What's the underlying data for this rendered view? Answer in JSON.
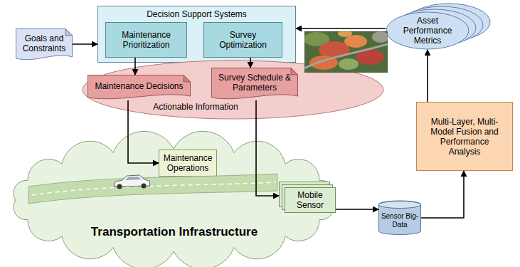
{
  "diagram": {
    "nodes": [
      {
        "text": [
          "Goals and Constraints"
        ]
      },
      {
        "text": [
          "Decision Support Systems"
        ]
      },
      {
        "text": [
          "Maintenance Prioritization"
        ],
        "in": 1
      },
      {
        "text": [
          "Survey Optimization"
        ],
        "in": 1
      },
      {
        "text": [
          "Asset Performance Metrics"
        ]
      },
      {
        "text": [
          "Actionable Information"
        ]
      },
      {
        "text": [
          "Maintenance Decisions"
        ],
        "in": 5
      },
      {
        "text": [
          "Survey Schedule & Parameters"
        ],
        "in": 5
      },
      {
        "text": [
          "Multi-Layer, Multi-Model Fusion and Performance Analysis"
        ]
      },
      {
        "text": [
          "Transportation Infrastructure"
        ]
      },
      {
        "text": [
          "Maintenance Operations"
        ],
        "in": 9
      },
      {
        "text": [
          "Mobile Sensor"
        ],
        "in": 9
      },
      {
        "text": [
          "Sensor Big-Data"
        ]
      }
    ],
    "edges": [
      {
        "from": 0,
        "to": 1,
        "arrow": "to"
      },
      {
        "from": 2,
        "to": 6,
        "arrow": "to"
      },
      {
        "from": 3,
        "to": 7,
        "arrow": "to"
      },
      {
        "from": 6,
        "to": 10,
        "arrow": "to"
      },
      {
        "from": 7,
        "to": 11,
        "arrow": "to"
      },
      {
        "from": 11,
        "to": 12,
        "arrow": "to"
      },
      {
        "from": 12,
        "to": 8,
        "arrow": "to"
      },
      {
        "from": 8,
        "to": 4,
        "arrow": "to"
      },
      {
        "from": 4,
        "to": 1,
        "arrow": "to"
      }
    ]
  }
}
